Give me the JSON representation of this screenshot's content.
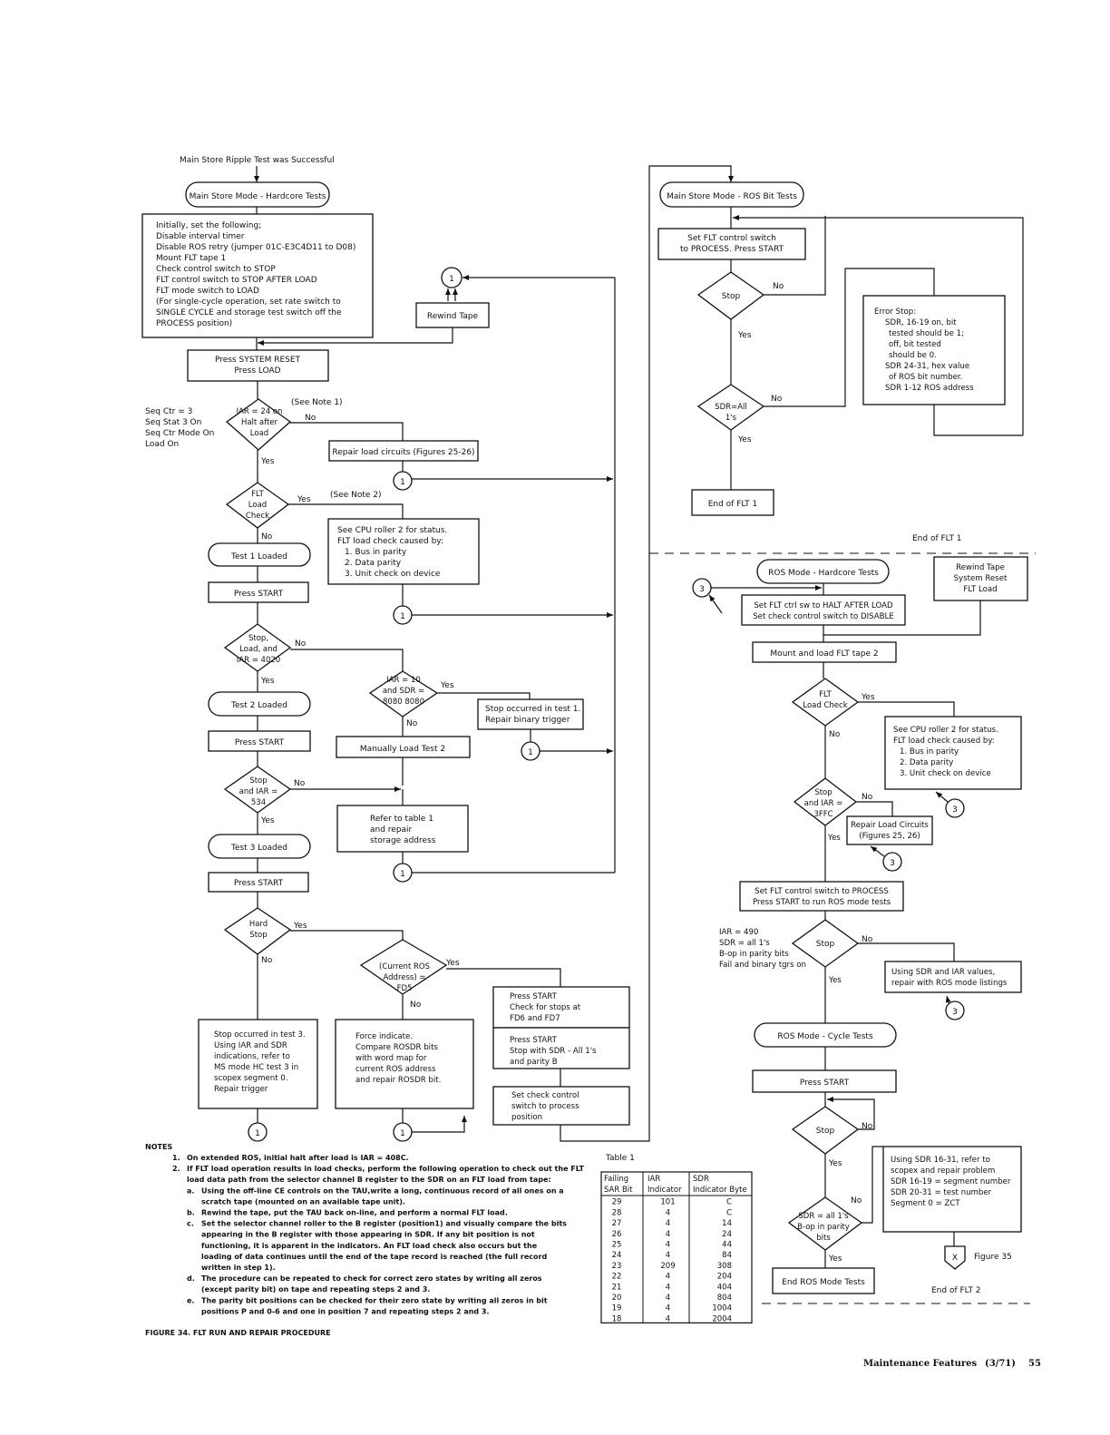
{
  "left": {
    "entry_note": "Main Store Ripple Test was Successful",
    "start_terminal": "Main Store Mode - Hardcore Tests",
    "init_box": [
      "Initially, set the following;",
      "Disable interval timer",
      "Disable ROS retry (jumper 01C-E3C4D11 to D08)",
      "Mount FLT tape 1",
      "Check control switch to STOP",
      "FLT control switch to STOP AFTER LOAD",
      "FLT mode switch to LOAD",
      "(For single-cycle operation, set rate switch to",
      "SINGLE CYCLE and storage test switch off the",
      "PROCESS position)"
    ],
    "connector_1": "1",
    "rewind_tape": "Rewind Tape",
    "press_reset_load": [
      "Press SYSTEM RESET",
      "Press LOAD"
    ],
    "seq_notes": [
      "Seq Ctr = 3",
      "Seq Stat 3 On",
      "Seq Ctr Mode On",
      "Load On"
    ],
    "d_iar24": [
      "IAR = 24 on",
      "Halt after",
      "Load"
    ],
    "see_note_1": "(See Note 1)",
    "yes": "Yes",
    "no": "No",
    "repair_load": "Repair load circuits (Figures 25-26)",
    "d_flt_load_check": [
      "FLT",
      "Load",
      "Check"
    ],
    "see_note_2": "(See Note 2)",
    "cpu_roller_box": [
      "See CPU roller 2 for status.",
      "FLT load check caused by:",
      "1.  Bus in parity",
      "2.  Data parity",
      "3.  Unit check on device"
    ],
    "test1_loaded": "Test 1 Loaded",
    "press_start": "Press START",
    "d_stop_load_4020": [
      "Stop,",
      "Load, and",
      "IAR = 4020"
    ],
    "test2_loaded": "Test 2 Loaded",
    "d_iar10": [
      "IAR = 10",
      "and SDR =",
      "8080 8080"
    ],
    "stop_test1_box": [
      "Stop occurred in test 1.",
      "Repair binary trigger"
    ],
    "manually_load_test2": "Manually Load Test 2",
    "d_stop_534": [
      "Stop",
      "and IAR =",
      "534"
    ],
    "refer_table_box": [
      "Refer to table 1",
      "and repair",
      "storage address"
    ],
    "test3_loaded": "Test 3 Loaded",
    "d_hard_stop": [
      "Hard",
      "Stop"
    ],
    "d_current_ros": [
      "(Current ROS",
      "Address) =",
      "FD5"
    ],
    "press_start_fd6_box": [
      "Press START",
      "Check for stops at",
      "FD6 and FD7"
    ],
    "press_start_sdr_box": [
      "Press START",
      "Stop with SDR - All 1's",
      "and parity   B"
    ],
    "set_check_box": [
      "Set check control",
      "switch to process",
      "position"
    ],
    "stop_test3_box": [
      "Stop occurred in test 3.",
      "Using IAR and SDR",
      "indications, refer to",
      "MS mode HC test 3 in",
      "scopex segment 0.",
      "Repair trigger"
    ],
    "force_indicate_box": [
      "Force indicate.",
      "Compare ROSDR bits",
      "with word map for",
      "current ROS address",
      "and repair ROSDR bit."
    ]
  },
  "right_top": {
    "start_terminal": "Main Store Mode - ROS Bit Tests",
    "set_flt_box": [
      "Set FLT control switch",
      "to PROCESS.  Press START"
    ],
    "d_stop": "Stop",
    "d_sdr_all": [
      "SDR=All",
      "1's"
    ],
    "error_stop_box": [
      "Error Stop:",
      "SDR, 16-19 on, bit",
      "tested should be 1;",
      "off, bit tested",
      "should be 0.",
      "SDR 24-31, hex value",
      "of ROS bit number.",
      "SDR 1-12 ROS address"
    ],
    "end_flt1_box": "End of FLT 1",
    "end_flt1_label": "End of FLT 1"
  },
  "right_bottom": {
    "ros_hardcore": "ROS Mode - Hardcore Tests",
    "rewind_box": [
      "Rewind Tape",
      "System Reset",
      "FLT Load"
    ],
    "connector_3": "3",
    "set_halt_box": [
      "Set FLT ctrl sw to HALT AFTER LOAD",
      "Set check control switch to DISABLE"
    ],
    "mount_tape2": "Mount and load FLT tape 2",
    "d_flt_load_check": [
      "FLT",
      "Load Check"
    ],
    "cpu_roller_box": [
      "See CPU roller 2 for status.",
      "FLT load check caused by:",
      "1.  Bus in parity",
      "2.  Data parity",
      "3.  Unit check on device"
    ],
    "d_stop_3ffc": [
      "Stop",
      "and IAR =",
      "3FFC"
    ],
    "repair_load_box": [
      "Repair Load Circuits",
      "(Figures 25, 26)"
    ],
    "set_process_box": [
      "Set FLT control switch to PROCESS",
      "Press START to run ROS mode tests"
    ],
    "iar490_notes": [
      "IAR = 490",
      "SDR = all 1's",
      "B-op in parity bits",
      "Fail and binary tgrs on"
    ],
    "d_stop": "Stop",
    "using_sdr_iar_box": [
      "Using SDR and IAR values,",
      "repair with ROS mode listings"
    ],
    "ros_cycle": "ROS Mode - Cycle Tests",
    "press_start": "Press START",
    "d_stop2": "Stop",
    "using_sdr_1631_box": [
      "Using SDR 16-31, refer to",
      "scopex and repair problem",
      "SDR 16-19 = segment number",
      "SDR 20-31 = test number",
      "Segment 0 = ZCT"
    ],
    "d_sdr_all_1s": [
      "SDR = all 1's",
      "B-op in parity",
      "bits"
    ],
    "end_ros_mode": "End ROS Mode Tests",
    "offpage_x": "X",
    "figure35": "Figure 35",
    "end_flt2": "End of FLT 2"
  },
  "notes": {
    "heading": "NOTES",
    "lines": [
      {
        "lab": "1.",
        "text": "On extended ROS, initial halt after load is IAR = 408C."
      },
      {
        "lab": "2.",
        "text": "If FLT load operation results in load checks, perform the following operation to check out the FLT"
      },
      {
        "lab": "",
        "text": "load data path from the selector channel B register to the SDR on an FLT load from tape:"
      },
      {
        "lab": "a.",
        "text": "Using the off-line CE controls on the TAU,write a long, continuous record of all ones on a"
      },
      {
        "lab": "",
        "text": "scratch tape (mounted on an available tape unit)."
      },
      {
        "lab": "b.",
        "text": "Rewind the tape, put the TAU back on-line, and perform a normal FLT load."
      },
      {
        "lab": "c.",
        "text": "Set the selector channel roller to the B register (position1) and visually compare the bits"
      },
      {
        "lab": "",
        "text": "appearing in the B register with those appearing in SDR.  If any bit position is not"
      },
      {
        "lab": "",
        "text": "functioning, it is apparent in the indicators.  An FLT load check also occurs but the"
      },
      {
        "lab": "",
        "text": "loading of data continues until the end of the tape record is reached (the full record"
      },
      {
        "lab": "",
        "text": "written in step 1)."
      },
      {
        "lab": "d.",
        "text": "The procedure can be repeated to check for correct zero states by writing all zeros"
      },
      {
        "lab": "",
        "text": "(except parity bit)  on tape and repeating steps 2 and 3."
      },
      {
        "lab": "e.",
        "text": "The parity bit positions can be checked for their zero state by writing all zeros in bit"
      },
      {
        "lab": "",
        "text": "positions P and 0-6 and one in position 7 and repeating steps 2 and 3."
      }
    ]
  },
  "caption": "FIGURE 34.  FLT RUN AND REPAIR PROCEDURE",
  "table": {
    "title": "Table 1",
    "headers": [
      [
        "Failing",
        "SAR Bit"
      ],
      [
        "IAR",
        "Indicator"
      ],
      [
        "SDR",
        "Indicator Byte"
      ]
    ],
    "rows": [
      [
        "29",
        "101",
        "C"
      ],
      [
        "28",
        "4",
        "C"
      ],
      [
        "27",
        "4",
        "14"
      ],
      [
        "26",
        "4",
        "24"
      ],
      [
        "25",
        "4",
        "44"
      ],
      [
        "24",
        "4",
        "84"
      ],
      [
        "23",
        "209",
        "308"
      ],
      [
        "22",
        "4",
        "204"
      ],
      [
        "21",
        "4",
        "404"
      ],
      [
        "20",
        "4",
        "804"
      ],
      [
        "19",
        "4",
        "1004"
      ],
      [
        "18",
        "4",
        "2004"
      ]
    ]
  },
  "footer": {
    "title": "Maintenance Features",
    "date": "(3/71)",
    "page": "55"
  }
}
